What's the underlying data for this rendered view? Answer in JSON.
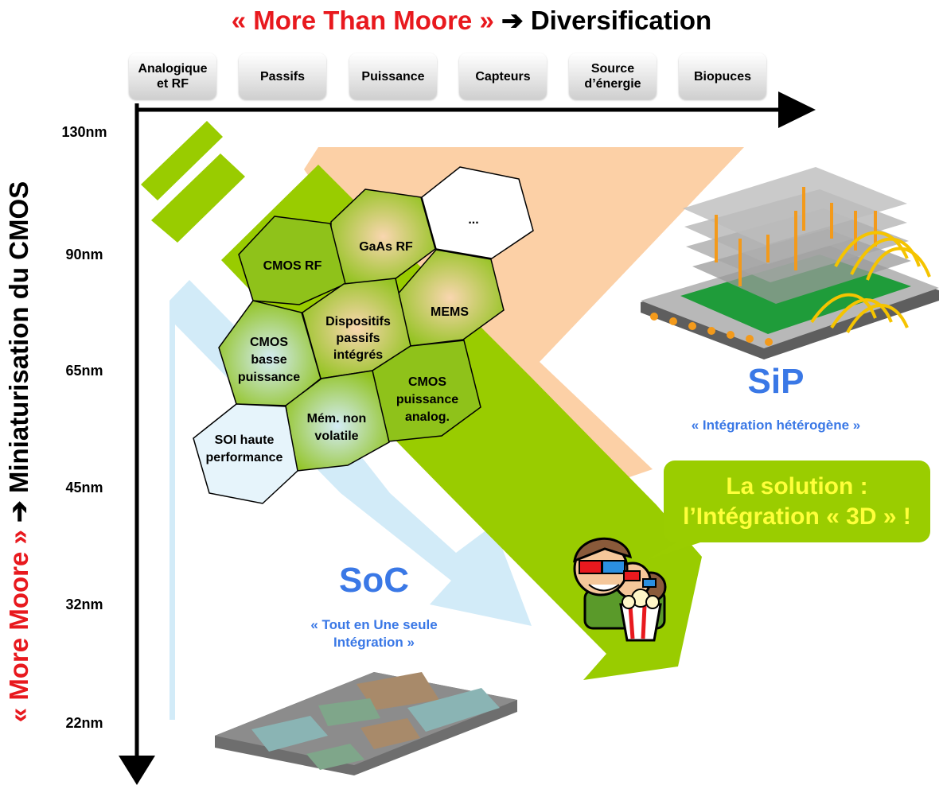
{
  "header": {
    "more_than_moore": "« More Than Moore »",
    "arrow": "➔",
    "diversification": "Diversification"
  },
  "categories": [
    {
      "label": "Analogique\net RF"
    },
    {
      "label": "Passifs"
    },
    {
      "label": "Puissance"
    },
    {
      "label": "Capteurs"
    },
    {
      "label": "Source\nd’énergie"
    },
    {
      "label": "Biopuces"
    }
  ],
  "vertical_title": {
    "more_moore": "« More Moore »",
    "arrow": "➔",
    "miniaturisation": "Miniaturisation du CMOS"
  },
  "ticks": [
    "130nm",
    "90nm",
    "65nm",
    "45nm",
    "32nm",
    "22nm"
  ],
  "hexagons": [
    {
      "lines": [
        "..."
      ]
    },
    {
      "lines": [
        "GaAs RF"
      ]
    },
    {
      "lines": [
        "CMOS RF"
      ]
    },
    {
      "lines": [
        "MEMS"
      ]
    },
    {
      "lines": [
        "Dispositifs",
        "passifs",
        "intégrés"
      ]
    },
    {
      "lines": [
        "CMOS",
        "basse",
        "puissance"
      ]
    },
    {
      "lines": [
        "CMOS",
        "puissance",
        "analog."
      ]
    },
    {
      "lines": [
        "Mém. non",
        "volatile"
      ]
    },
    {
      "lines": [
        "SOI haute",
        "performance"
      ]
    }
  ],
  "sip": {
    "title": "SiP",
    "subtitle": "« Intégration hétérogène »"
  },
  "soc": {
    "title": "SoC",
    "subtitle_line1": "« Tout en Une seule",
    "subtitle_line2": "Intégration »"
  },
  "solution": {
    "line1": "La solution :",
    "line2": "l’Intégration « 3D » !"
  },
  "colors": {
    "green": "#99cc00",
    "orange": "#fcd0a6",
    "light_blue": "#cfe9f8",
    "red": "#e8191e",
    "blue_title": "#3a78e6",
    "yellow_text": "#ffff3a"
  }
}
